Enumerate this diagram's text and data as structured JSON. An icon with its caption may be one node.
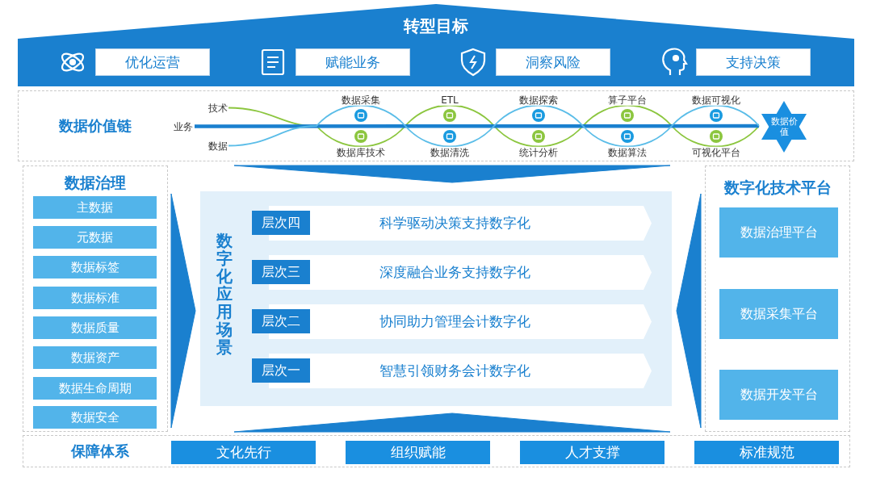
{
  "diagram": {
    "nodes": [
      {
        "text": [
          "转型目标"
        ]
      },
      {
        "text": [
          "优化运营"
        ],
        "in": 0
      },
      {
        "text": [
          "赋能业务"
        ],
        "in": 0
      },
      {
        "text": [
          "洞察风险"
        ],
        "in": 0
      },
      {
        "text": [
          "支持决策"
        ],
        "in": 0
      },
      {
        "text": [
          "数据价值链"
        ]
      },
      {
        "text": [
          "数据价值"
        ],
        "in": 5
      },
      {
        "text": [
          "数据治理"
        ]
      },
      {
        "text": [
          "主数据"
        ],
        "in": 7
      },
      {
        "text": [
          "元数据"
        ],
        "in": 7
      },
      {
        "text": [
          "数据标签"
        ],
        "in": 7
      },
      {
        "text": [
          "数据标准"
        ],
        "in": 7
      },
      {
        "text": [
          "数据质量"
        ],
        "in": 7
      },
      {
        "text": [
          "数据资产"
        ],
        "in": 7
      },
      {
        "text": [
          "数据生命周期"
        ],
        "in": 7
      },
      {
        "text": [
          "数据安全"
        ],
        "in": 7
      },
      {
        "text": [
          "数字化应用场景"
        ]
      },
      {
        "text": [
          "科学驱动决策支持数字化"
        ],
        "in": 16
      },
      {
        "text": [
          "层次四"
        ],
        "in": 16
      },
      {
        "text": [
          "深度融合业务支持数字化"
        ],
        "in": 16
      },
      {
        "text": [
          "层次三"
        ],
        "in": 16
      },
      {
        "text": [
          "协同助力管理会计数字化"
        ],
        "in": 16
      },
      {
        "text": [
          "层次二"
        ],
        "in": 16
      },
      {
        "text": [
          "智慧引领财务会计数字化"
        ],
        "in": 16
      },
      {
        "text": [
          "层次一"
        ],
        "in": 16
      },
      {
        "text": [
          "数字化技术平台"
        ]
      },
      {
        "text": [
          "数据治理平台"
        ],
        "in": 25
      },
      {
        "text": [
          "数据采集平台"
        ],
        "in": 25
      },
      {
        "text": [
          "数据开发平台"
        ],
        "in": 25
      },
      {
        "text": [
          "保障体系"
        ]
      },
      {
        "text": [
          "文化先行"
        ],
        "in": 29
      },
      {
        "text": [
          "组织赋能"
        ],
        "in": 29
      },
      {
        "text": [
          "人才支撑"
        ],
        "in": 29
      },
      {
        "text": [
          "标准规范"
        ],
        "in": 29
      },
      {
        "text": [
          "技术"
        ],
        "in": 5
      },
      {
        "text": [
          "业务"
        ],
        "in": 5
      },
      {
        "text": [
          "数据"
        ],
        "in": 5
      }
    ],
    "edges": [
      {
        "from": 7,
        "to": 16,
        "arrow": "to"
      },
      {
        "from": 25,
        "to": 16,
        "arrow": "to"
      },
      {
        "from": 5,
        "to": 16,
        "arrow": "to"
      },
      {
        "from": 29,
        "to": 16,
        "arrow": "to"
      },
      {
        "from": 34,
        "to": 6,
        "arrow": "none",
        "color": "#8cc63f"
      },
      {
        "from": 35,
        "to": 6,
        "arrow": "none",
        "color": "#1a80cf",
        "style": "thick"
      },
      {
        "from": 36,
        "to": 6,
        "arrow": "none",
        "color": "#5bbde8"
      }
    ],
    "labels": [
      "数据采集",
      "ETL",
      "数据探索",
      "算子平台",
      "数据可视化",
      "数据库技术",
      "数据清洗",
      "统计分析",
      "数据算法",
      "可视化平台"
    ]
  }
}
